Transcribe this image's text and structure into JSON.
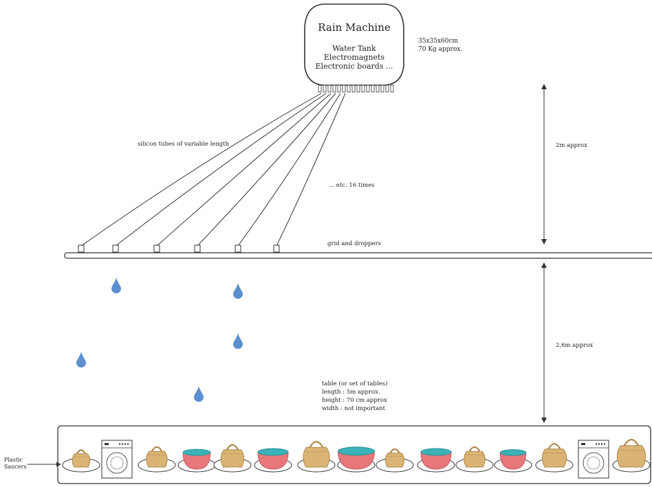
{
  "machine": {
    "title": "Rain Machine",
    "contents": [
      "Water Tank",
      "Electromagnets",
      "Electronic boards ..."
    ],
    "dimensions": "35x35x60cm",
    "weight": "70 Kg approx."
  },
  "labels": {
    "tubes": "silicon tubes of variable length",
    "repeat": "... etc. 16 times",
    "grid": "grid and droppers",
    "upper_height": "2m approx",
    "lower_height": "2,6m approx",
    "saucers": [
      "Plastic",
      "Saucers"
    ]
  },
  "table": {
    "title": "table (or set of tables)",
    "specs": [
      "length : 5m approx.",
      "height : 70 cm approx",
      "width : not important"
    ]
  },
  "counts": {
    "tubes": 16
  },
  "colors": {
    "drop": "#5b8fd0",
    "basket": "#d9b474",
    "basket_dark": "#b08748",
    "bowl": "#e8777b",
    "water": "#3bb3b8",
    "line": "#333333"
  },
  "objects": [
    "basket",
    "washing-machine",
    "basket",
    "bowl",
    "basket",
    "bowl",
    "basket",
    "bowl",
    "basket",
    "bowl",
    "basket",
    "bowl",
    "basket",
    "washing-machine",
    "basket"
  ]
}
